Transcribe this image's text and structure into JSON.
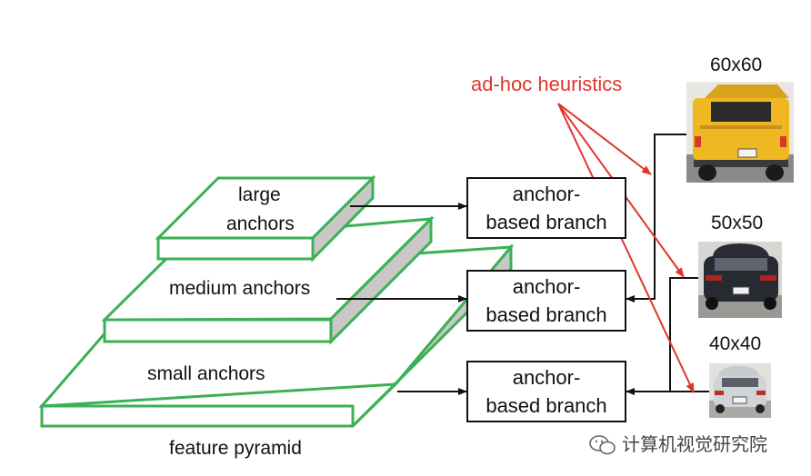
{
  "layers": {
    "large_line1": "large",
    "large_line2": "anchors",
    "medium": "medium anchors",
    "small": "small anchors",
    "pyramid_caption": "feature pyramid"
  },
  "branches": [
    {
      "line1": "anchor-",
      "line2": "based branch"
    },
    {
      "line1": "anchor-",
      "line2": "based branch"
    },
    {
      "line1": "anchor-",
      "line2": "based branch"
    }
  ],
  "heuristics_label": "ad-hoc heuristics",
  "sizes": [
    "60x60",
    "50x50",
    "40x40"
  ],
  "images": [
    {
      "icon": "yellow-pickup-truck-image"
    },
    {
      "icon": "dark-sedan-image"
    },
    {
      "icon": "silver-sedan-image"
    }
  ],
  "watermark": "计算机视觉研究院",
  "colors": {
    "layer_outline": "#3cb054",
    "layer_side": "#c8c8c8",
    "heuristic": "#e0352b",
    "line": "#111111"
  }
}
